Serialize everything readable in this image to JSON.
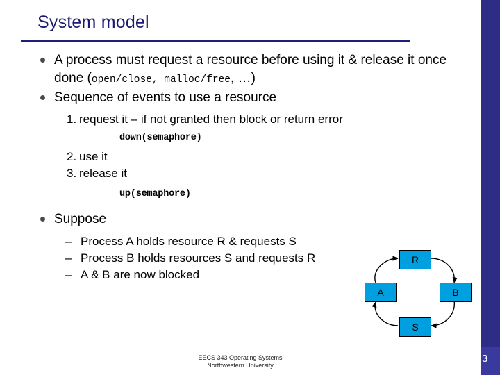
{
  "slide": {
    "title": "System model",
    "page_number": "3",
    "accent_color": "#1f1f7a",
    "node_color": "#00a0e0",
    "bullets": {
      "b1_part1": "A process must request a resource before using it & release it once done (",
      "b1_code": "open/close, malloc/free",
      "b1_part2": ", …)",
      "b2": "Sequence of events to use a resource",
      "b3": "Suppose"
    },
    "steps": [
      {
        "num": "1.",
        "text": "request it – if not granted then block or return error"
      },
      {
        "num": "2.",
        "text": "use it"
      },
      {
        "num": "3.",
        "text": "release it"
      }
    ],
    "code_down": "down(semaphore)",
    "code_up": "up(semaphore)",
    "suppose_items": [
      "Process A holds resource R & requests S",
      "Process B holds resources S and requests R",
      "A & B are now blocked"
    ],
    "diagram": {
      "node_r": "R",
      "node_a": "A",
      "node_b": "B",
      "node_s": "S"
    },
    "footer_line1": "EECS 343 Operating Systems",
    "footer_line2": "Northwestern University"
  }
}
